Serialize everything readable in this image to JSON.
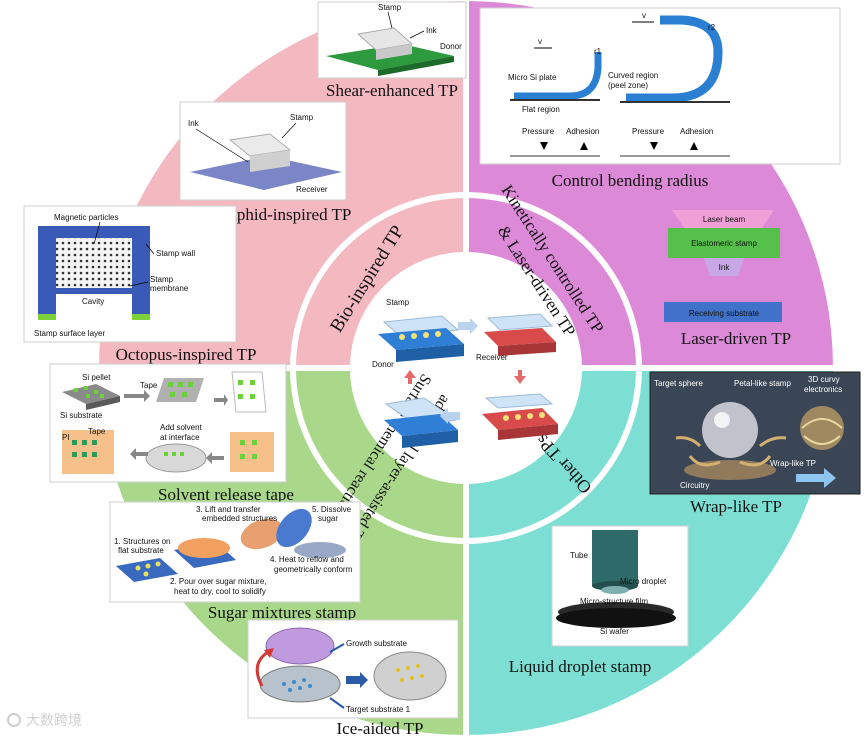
{
  "colors": {
    "bio": "#f3b8c0",
    "kinetic": "#dc8ad8",
    "other": "#7ddfd3",
    "surface": "#a9d88a",
    "inner_ring": "#ffffff",
    "stamp_blue": "#2f7fd6",
    "receiver_red": "#d94b4b"
  },
  "quadrants": {
    "bio": "Bio-inspired TP",
    "kinetic": "Kinetically controlled TP & Laser-driven TP",
    "kinetic_line1": "Kinetically controlled TP",
    "kinetic_line2": "& Laser-driven TP",
    "other": "Other TPs",
    "surface_line1": "Surface chemical reaction- or",
    "surface_line2": "additional layer-assisted TP"
  },
  "center": {
    "stamp": "Stamp",
    "donor": "Donor",
    "receiver": "Receiver"
  },
  "shear": {
    "title": "Shear-enhanced TP",
    "stamp": "Stamp",
    "ink": "Ink",
    "donor": "Donor"
  },
  "aphid": {
    "title": "Aphid-inspired TP",
    "ink": "Ink",
    "stamp": "Stamp",
    "receiver": "Receiver"
  },
  "octopus": {
    "title": "Octopus-inspired TP",
    "magnetic": "Magnetic particles",
    "wall": "Stamp wall",
    "membrane_1": "Stamp",
    "membrane_2": "membrane",
    "cavity": "Cavity",
    "surface_layer": "Stamp surface layer"
  },
  "bending": {
    "title": "Control bending radius",
    "v": "v",
    "r1": "r1",
    "r2": "r2",
    "micro_si": "Micro Si plate",
    "flat": "Flat region",
    "curved_1": "Curved region",
    "curved_2": "(peel zone)",
    "pressure": "Pressure",
    "adhesion": "Adhesion"
  },
  "laser": {
    "title": "Laser-driven TP",
    "beam": "Laser beam",
    "stamp": "Elastomeric stamp",
    "ink": "Ink",
    "substrate": "Receiving substrate"
  },
  "wrap": {
    "title": "Wrap-like TP",
    "target": "Target sphere",
    "petal": "Petal-like stamp",
    "curvy_1": "3D curvy",
    "curvy_2": "electronics",
    "circuitry": "Circuitry",
    "wrap_label": "Wrap-like TP"
  },
  "solvent": {
    "title": "Solvent release tape",
    "pellet": "Si pellet",
    "substrate": "Si substrate",
    "tape": "Tape",
    "pi": "PI",
    "tape2": "Tape",
    "add_1": "Add solvent",
    "add_2": "at interface"
  },
  "sugar": {
    "title": "Sugar mixtures stamp",
    "s1a": "1. Structures on",
    "s1b": "flat substrate",
    "s2a": "2. Pour over sugar mixture,",
    "s2b": "heat to dry, cool to solidify",
    "s3a": "3. Lift and transfer",
    "s3b": "embedded structures",
    "s4a": "4. Heat to reflow and",
    "s4b": "geometrically conform",
    "s5a": "5. Dissolve",
    "s5b": "sugar"
  },
  "ice": {
    "title": "Ice-aided TP",
    "growth": "Growth substrate",
    "target": "Target substrate 1"
  },
  "droplet": {
    "title": "Liquid droplet stamp",
    "tube": "Tube",
    "micro": "Micro droplet",
    "film": "Micro-structure film",
    "wafer": "Si wafer"
  },
  "watermark": "大数跨境"
}
